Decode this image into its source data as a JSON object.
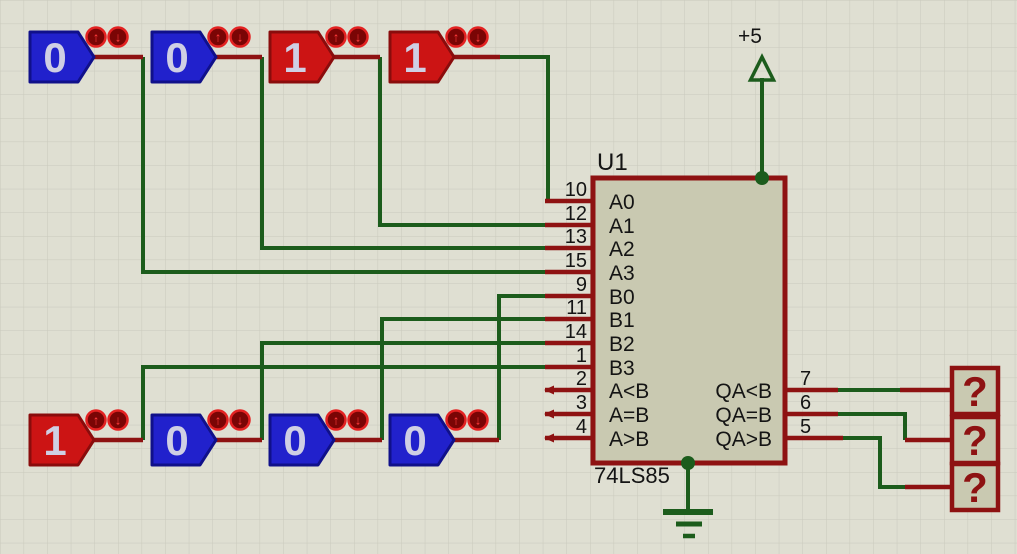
{
  "ic": {
    "ref_label": "U1",
    "part_label": "74LS85",
    "left_pins": [
      {
        "num": "10",
        "name": "A0"
      },
      {
        "num": "12",
        "name": "A1"
      },
      {
        "num": "13",
        "name": "A2"
      },
      {
        "num": "15",
        "name": "A3"
      },
      {
        "num": "9",
        "name": "B0"
      },
      {
        "num": "11",
        "name": "B1"
      },
      {
        "num": "14",
        "name": "B2"
      },
      {
        "num": "1",
        "name": "B3"
      },
      {
        "num": "2",
        "name": "A<B"
      },
      {
        "num": "3",
        "name": "A=B"
      },
      {
        "num": "4",
        "name": "A>B"
      }
    ],
    "right_pins": [
      {
        "num": "7",
        "name": "QA<B"
      },
      {
        "num": "6",
        "name": "QA=B"
      },
      {
        "num": "5",
        "name": "QA>B"
      }
    ]
  },
  "power": {
    "label": "+5"
  },
  "logic_inputs": {
    "up_icon": "↑",
    "down_icon": "↓",
    "top": [
      {
        "value": "0",
        "fill": "#2121CC",
        "stroke": "#10108A"
      },
      {
        "value": "0",
        "fill": "#2121CC",
        "stroke": "#10108A"
      },
      {
        "value": "1",
        "fill": "#CC1414",
        "stroke": "#8A0C0C"
      },
      {
        "value": "1",
        "fill": "#CC1414",
        "stroke": "#8A0C0C"
      }
    ],
    "bottom": [
      {
        "value": "1",
        "fill": "#CC1414",
        "stroke": "#8A0C0C"
      },
      {
        "value": "0",
        "fill": "#2121CC",
        "stroke": "#10108A"
      },
      {
        "value": "0",
        "fill": "#2121CC",
        "stroke": "#10108A"
      },
      {
        "value": "0",
        "fill": "#2121CC",
        "stroke": "#10108A"
      }
    ]
  },
  "probes": [
    {
      "value": "?"
    },
    {
      "value": "?"
    },
    {
      "value": "?"
    }
  ],
  "colors": {
    "wire_green": "#1C5C1C",
    "component_red": "#8E1212",
    "logic_high_red": "#CC1414",
    "logic_low_blue": "#2121CC",
    "ic_fill": "#C9C9B1",
    "canvas_bg": "#DFDFD2",
    "grid_line": "#C9C9BC"
  }
}
